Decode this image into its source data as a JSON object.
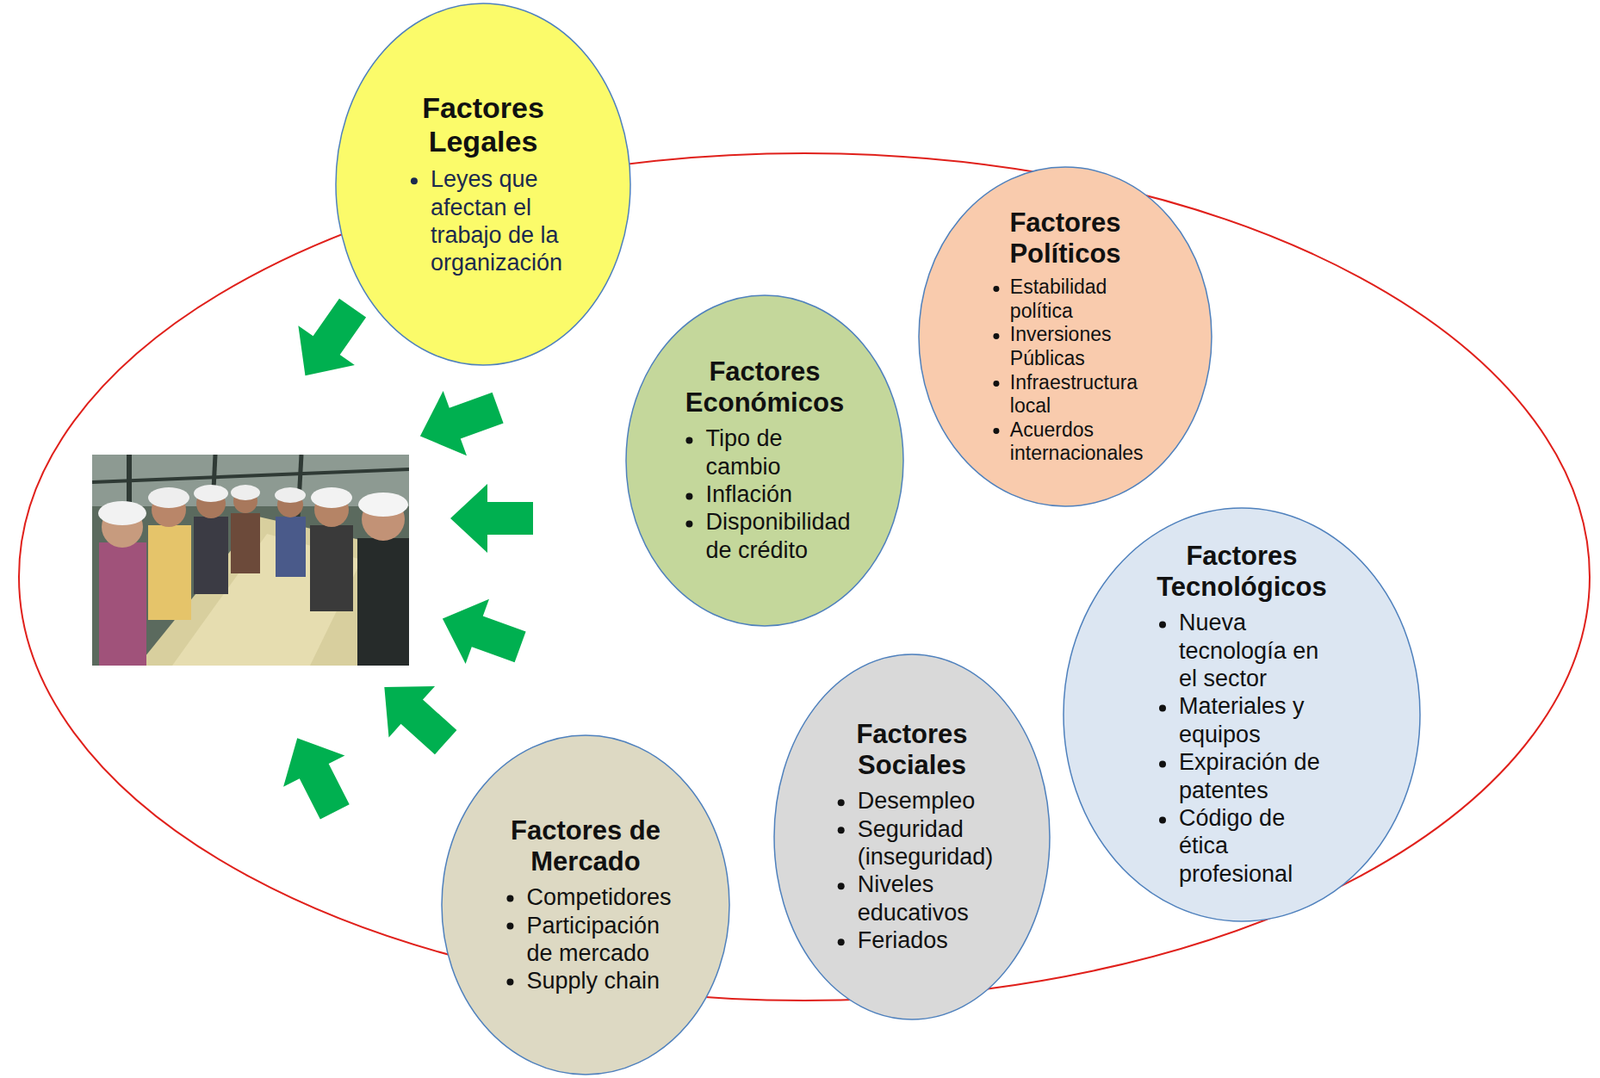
{
  "diagram": {
    "nodes": [
      {
        "text": [
          "Factores Legales",
          "Leyes que afectan el trabajo de la organización"
        ]
      },
      {
        "text": [
          "Factores Políticos",
          "Estabilidad política",
          "Inversiones Públicas",
          "Infraestructura local",
          "Acuerdos internacionales"
        ]
      },
      {
        "text": [
          "Factores Económicos",
          "Tipo de cambio",
          "Inflación",
          "Disponibilidad de crédito"
        ]
      },
      {
        "text": [
          "Factores Tecnológicos",
          "Nueva tecnología en el sector",
          "Materiales y equipos",
          "Expiración de patentes",
          "Código de ética profesional"
        ]
      },
      {
        "text": [
          "Factores Sociales",
          "Desempleo",
          "Seguridad (inseguridad)",
          "Niveles educativos",
          "Feriados"
        ]
      },
      {
        "text": [
          "Factores de Mercado",
          "Competidores",
          "Participación de mercado",
          "Supply chain"
        ]
      }
    ]
  }
}
